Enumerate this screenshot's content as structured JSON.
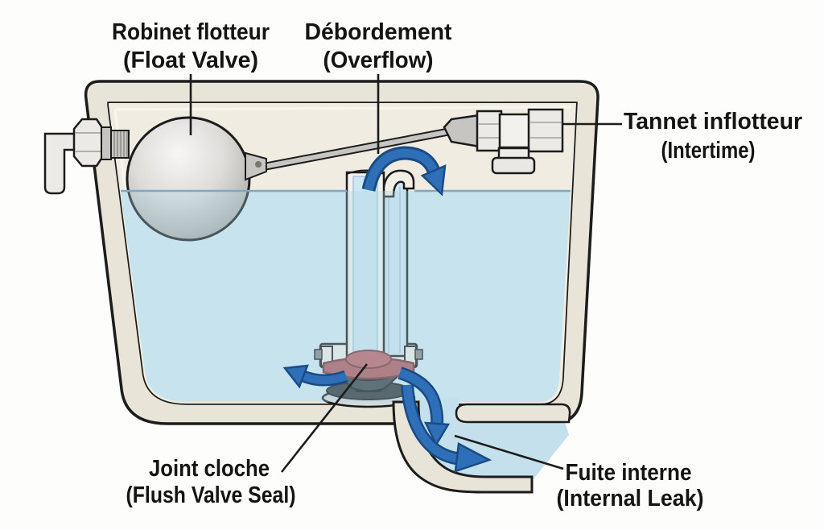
{
  "labels": {
    "float_valve": {
      "fr": "Robinet flotteur",
      "en": "(Float Valve)"
    },
    "overflow": {
      "fr": "Débordement",
      "en": "(Overflow)"
    },
    "inlet_valve": {
      "fr": "Tannet inflotteur",
      "en": "(Intertime)"
    },
    "flush_seal": {
      "fr": "Joint cloche",
      "en": "(Flush Valve Seal)"
    },
    "internal_leak": {
      "fr": "Fuite interne",
      "en": "(Internal Leak)"
    }
  },
  "colors": {
    "background": "#FDFDFB",
    "outline": "#1C1C1C",
    "label": "#141414",
    "tank_wall": "#E9E4D8",
    "cavity": "#F0ECE1",
    "water": "#D4EAF4",
    "water_overlay": "#A9D2E4",
    "waterline": "#7FA9BE",
    "drain_water": "#C4E0ED",
    "tube_water": "#CFE7F2",
    "tube_wall": "#F2EFE7",
    "metal_light": "#EBEAE7",
    "metal_mid": "#C6C5C2",
    "ball_hi": "#F7F6F4",
    "ball_lo": "#90908D",
    "seal_red": "#B2595E",
    "seal_red_dark": "#7A363C",
    "seal_dome": "#BD6468",
    "seat_dark": "#3F4447",
    "base_gray": "#D5D9DB",
    "base_dark": "#33373A",
    "arrow": "#2E6FB7",
    "arrow_dark": "#1A4B85"
  }
}
